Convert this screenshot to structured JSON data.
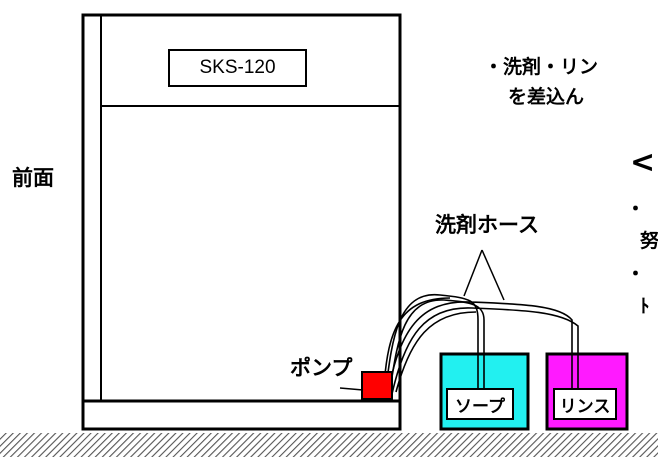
{
  "model_label": "SKS-120",
  "front_label": "前面",
  "hose_label": "洗剤ホース",
  "pump_label": "ポンプ",
  "soap_label": "ソープ",
  "rinse_label": "リンス",
  "note_line1": "・洗剤・リン",
  "note_line2": "を差込ん",
  "bracket_heading": "<",
  "bullet1_a": "・",
  "bullet1_b": "努",
  "bullet2_a": "・",
  "bullet2_b": "ﾄ",
  "colors": {
    "soap_tank": "#22f0f0",
    "rinse_tank": "#ff1aff",
    "pump": "#ff0000",
    "line": "#000000"
  }
}
